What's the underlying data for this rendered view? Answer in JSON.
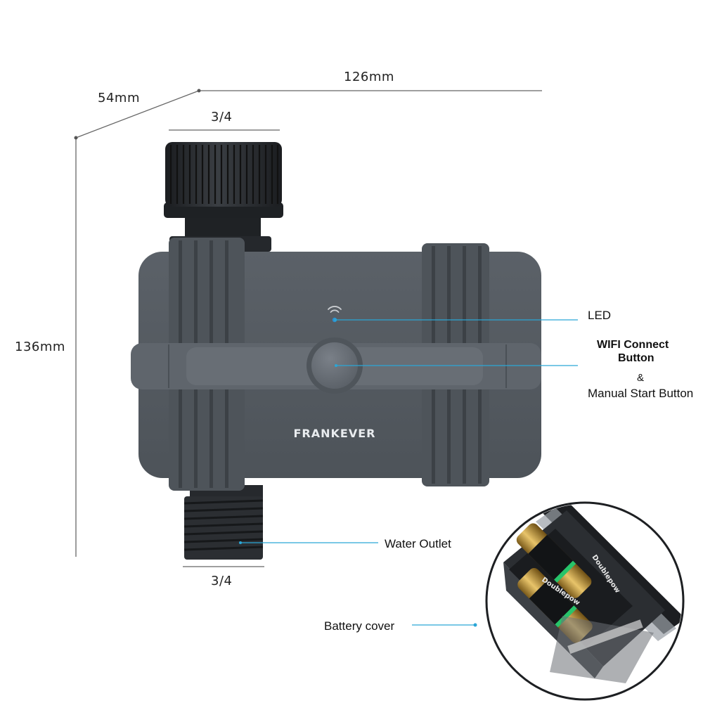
{
  "dimensions": {
    "depth": "54mm",
    "width": "126mm",
    "height": "136mm",
    "inlet_size": "3/4",
    "outlet_size": "3/4"
  },
  "callouts": {
    "led": "LED",
    "wifi_line1": "WIFI Connect",
    "wifi_line2": "Button",
    "ampersand": "&",
    "manual": "Manual Start Button",
    "water_outlet": "Water Outlet",
    "battery_cover": "Battery cover"
  },
  "brand": "FRANKEVER",
  "battery_brand": "Doublepow",
  "colors": {
    "body": "#545a61",
    "body_dark": "#464c52",
    "fitting": "#2a2d31",
    "callout_line": "#2aa6d6",
    "dimension_line": "#666666"
  }
}
